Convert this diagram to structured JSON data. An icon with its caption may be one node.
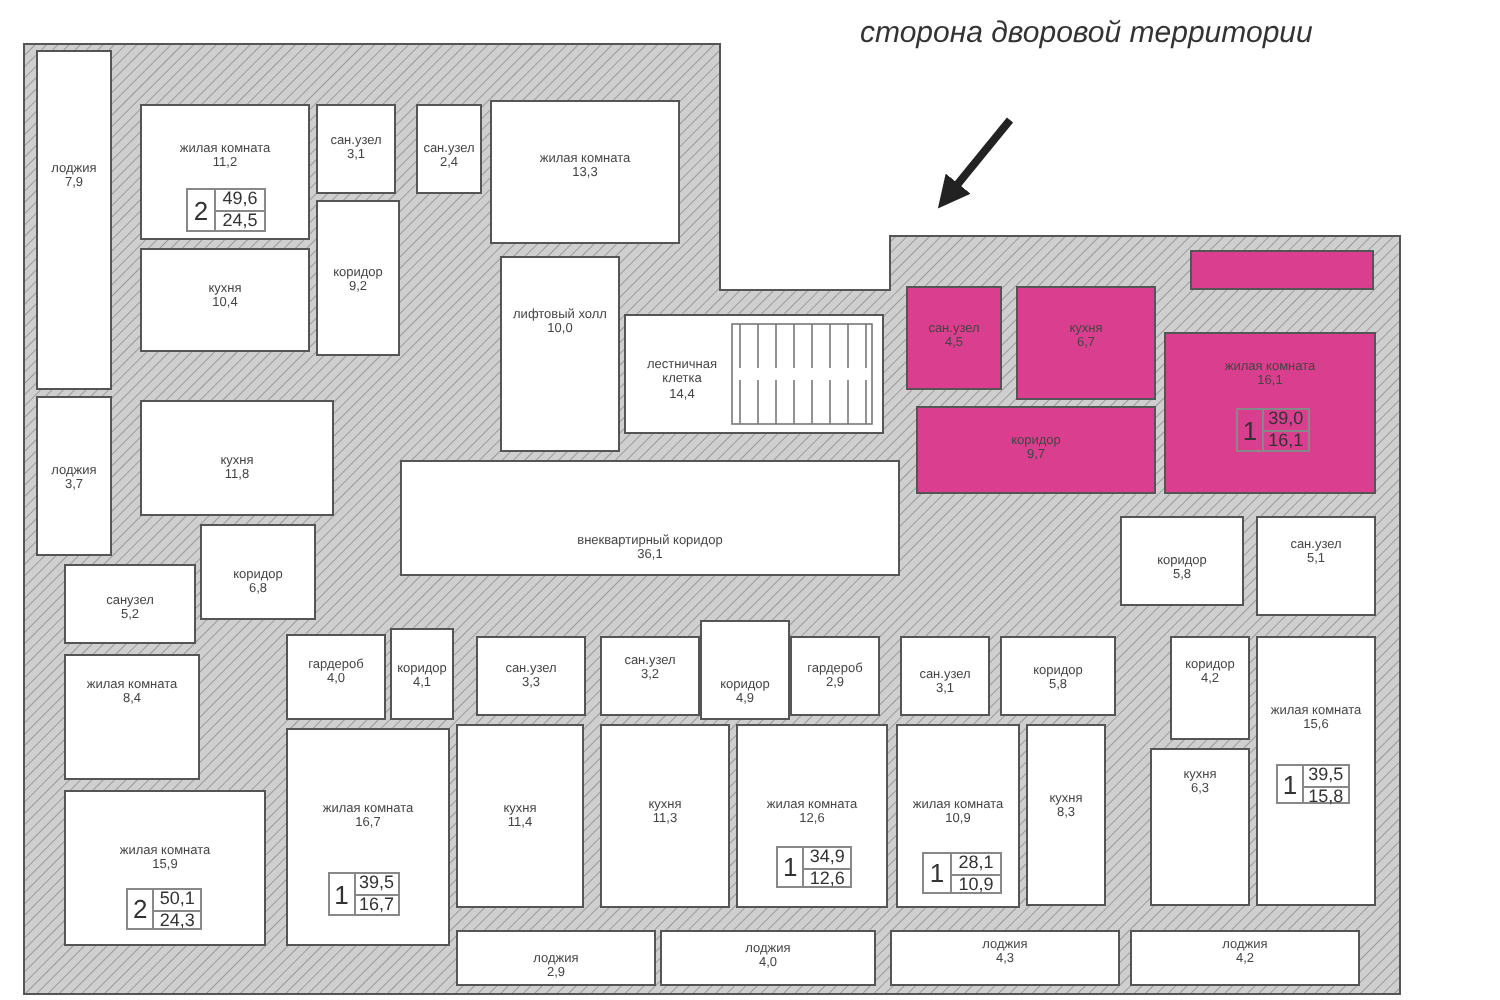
{
  "diagram": {
    "nodes": [
      {
        "text": [
          "лоджия",
          "7,9"
        ]
      },
      {
        "text": [
          "жилая комната",
          "11,2"
        ]
      },
      {
        "text": [
          "2",
          "49,6",
          "24,5"
        ],
        "in": 1
      },
      {
        "text": [
          "сан.узел",
          "3,1"
        ]
      },
      {
        "text": [
          "сан.узел",
          "2,4"
        ]
      },
      {
        "text": [
          "кухня",
          "10,4"
        ]
      },
      {
        "text": [
          "коридор",
          "9,2"
        ]
      },
      {
        "text": [
          "жилая комната",
          "13,3"
        ]
      },
      {
        "text": [
          "лифтовый холл",
          "10,0"
        ]
      },
      {
        "text": [
          "лестничная клетка",
          "14,4"
        ]
      },
      {
        "text": [
          "сан.узел",
          "4,5"
        ]
      },
      {
        "text": [
          "кухня",
          "6,7"
        ]
      },
      {
        "text": [
          "коридор",
          "9,7"
        ]
      },
      {
        "text": [
          "жилая комната",
          "16,1"
        ]
      },
      {
        "text": [
          "1",
          "39,0",
          "16,1"
        ],
        "in": 13
      },
      {
        "text": [],
        "shape": "box"
      },
      {
        "text": [
          "лоджия",
          "3,7"
        ]
      },
      {
        "text": [
          "кухня",
          "11,8"
        ]
      },
      {
        "text": [
          "внеквартирный коридор",
          "36,1"
        ]
      },
      {
        "text": [
          "коридор",
          "6,8"
        ]
      },
      {
        "text": [
          "санузел",
          "5,2"
        ]
      },
      {
        "text": [
          "жилая комната",
          "8,4"
        ]
      },
      {
        "text": [
          "жилая комната",
          "15,9"
        ]
      },
      {
        "text": [
          "2",
          "50,1",
          "24,3"
        ],
        "in": 22
      },
      {
        "text": [
          "гардероб",
          "4,0"
        ]
      },
      {
        "text": [
          "коридор",
          "4,1"
        ]
      },
      {
        "text": [
          "жилая комната",
          "16,7"
        ]
      },
      {
        "text": [
          "1",
          "39,5",
          "16,7"
        ],
        "in": 26
      },
      {
        "text": [
          "сан.узел",
          "3,3"
        ]
      },
      {
        "text": [
          "сан.узел",
          "3,2"
        ]
      },
      {
        "text": [
          "коридор",
          "4,9"
        ]
      },
      {
        "text": [
          "гардероб",
          "2,9"
        ]
      },
      {
        "text": [
          "сан.узел",
          "3,1"
        ]
      },
      {
        "text": [
          "кухня",
          "11,4"
        ]
      },
      {
        "text": [
          "кухня",
          "11,3"
        ]
      },
      {
        "text": [
          "жилая комната",
          "12,6"
        ]
      },
      {
        "text": [
          "1",
          "34,9",
          "12,6"
        ],
        "in": 35
      },
      {
        "text": [
          "жилая комната",
          "10,9"
        ]
      },
      {
        "text": [
          "1",
          "28,1",
          "10,9"
        ],
        "in": 37
      },
      {
        "text": [
          "кухня",
          "8,3"
        ]
      },
      {
        "text": [
          "коридор",
          "5,8"
        ]
      },
      {
        "text": [
          "коридор",
          "4,2"
        ]
      },
      {
        "text": [
          "кухня",
          "6,3"
        ]
      },
      {
        "text": [
          "жилая комната",
          "15,6"
        ]
      },
      {
        "text": [
          "1",
          "39,5",
          "15,8"
        ],
        "in": 43
      },
      {
        "text": [
          "коридор",
          "5,8"
        ]
      },
      {
        "text": [
          "сан.узел",
          "5,1"
        ]
      },
      {
        "text": [
          "лоджия",
          "2,9"
        ]
      },
      {
        "text": [
          "лоджия",
          "4,0"
        ]
      },
      {
        "text": [
          "лоджия",
          "4,3"
        ]
      },
      {
        "text": [
          "лоджия",
          "4,2"
        ]
      }
    ],
    "labels": [
      "сторона дворовой территории"
    ]
  }
}
